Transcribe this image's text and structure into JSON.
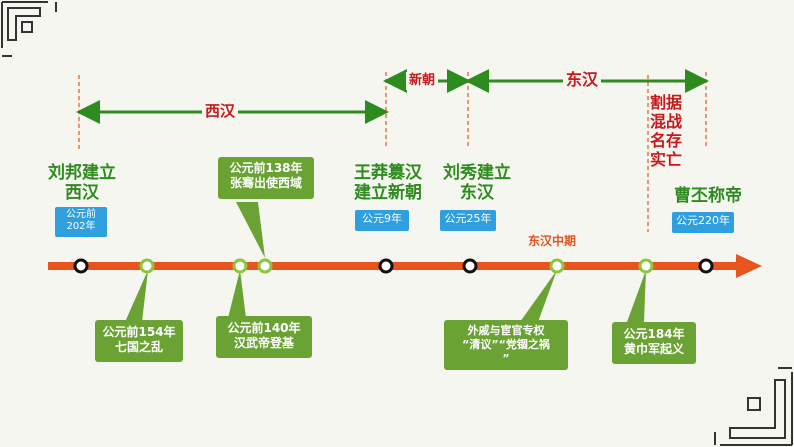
{
  "eras": {
    "xihan": "西汉",
    "xinchao": "新朝",
    "donghan": "东汉",
    "donghan_mid": "东汉中期"
  },
  "events_top": {
    "liubang": "刘邦建立\n西汉",
    "wangmang": "王莽篡汉\n建立新朝",
    "liuxiu": "刘秀建立\n东汉",
    "caopi": "曹丕称帝",
    "gesui": "割据\n混战\n名存\n实亡"
  },
  "date_tags": {
    "liubang": "公元前\n202年",
    "wangmang": "公元9年",
    "liuxiu": "公元25年",
    "caopi": "公元220年"
  },
  "boxes": {
    "zhangqian": "公元前138年\n张骞出使西域",
    "qiguo": "公元前154年\n七国之乱",
    "wudi": "公元前140年\n汉武帝登基",
    "waiqi": "外戚与宦官专权\n“清议”“党锢之祸\n”",
    "huangjin": "公元184年\n黄巾军起义"
  },
  "colors": {
    "timeline": "#e8541e",
    "era_green": "#2e8b1e",
    "era_red": "#c8191c",
    "box_green": "#6aa334",
    "tag_blue": "#2f9fe0"
  }
}
